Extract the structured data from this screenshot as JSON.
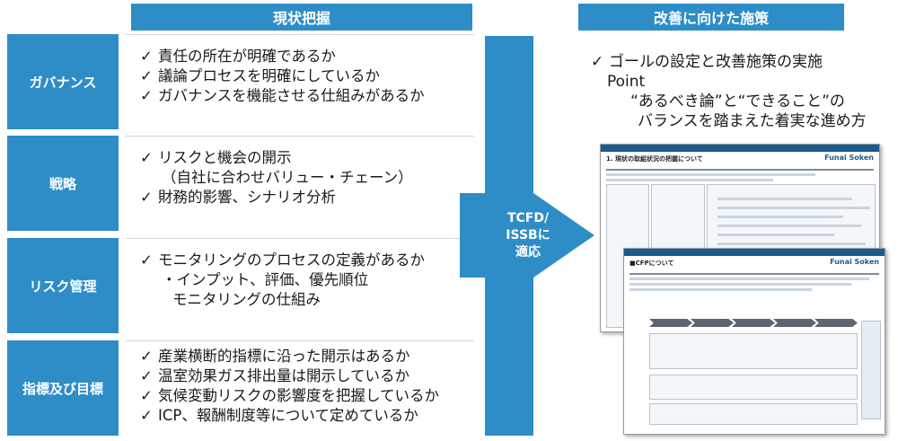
{
  "headers": {
    "left": "現状把握",
    "right": "改善に向けた施策"
  },
  "rows": [
    {
      "category": "ガバナンス",
      "items": [
        {
          "check": true,
          "text": "責任の所在が明確であるか"
        },
        {
          "check": true,
          "text": "議論プロセスを明確にしているか"
        },
        {
          "check": true,
          "text": "ガバナンスを機能させる仕組みがあるか"
        }
      ]
    },
    {
      "category": "戦略",
      "items": [
        {
          "check": true,
          "text": "リスクと機会の開示"
        },
        {
          "check": false,
          "text": "（自社に合わせバリュー・チェーン）"
        },
        {
          "check": true,
          "text": "財務的影響、シナリオ分析"
        }
      ]
    },
    {
      "category": "リスク管理",
      "items": [
        {
          "check": true,
          "text": "モニタリングのプロセスの定義があるか"
        },
        {
          "check": false,
          "text": "・インプット、評価、優先順位"
        },
        {
          "check": false,
          "text": "モニタリングの仕組み"
        }
      ]
    },
    {
      "category": "指標及び目標",
      "items": [
        {
          "check": true,
          "text": "産業横断的指標に沿った開示はあるか"
        },
        {
          "check": true,
          "text": "温室効果ガス排出量は開示しているか"
        },
        {
          "check": true,
          "text": "気候変動リスクの影響度を把握しているか"
        },
        {
          "check": true,
          "text": "ICP、報酬制度等について定めているか"
        }
      ]
    }
  ],
  "arrow": {
    "line1": "TCFD/",
    "line2": "ISSBに",
    "line3": "適応"
  },
  "right": {
    "line1": "ゴールの設定と改善施策の実施",
    "line2": "Point",
    "line3": "“あるべき論”と“できること”の",
    "line4": "バランスを踏まえた着実な進め方"
  },
  "docs": {
    "back_title": "1. 現状の取組状況の把握について",
    "front_title": "■CFPについて",
    "logo": "Funai Soken"
  },
  "check_glyph": "✓",
  "colors": {
    "accent": "#2e8dc7",
    "arrow": "#2e8dc7",
    "doc_bar": "#1b5b8c"
  }
}
